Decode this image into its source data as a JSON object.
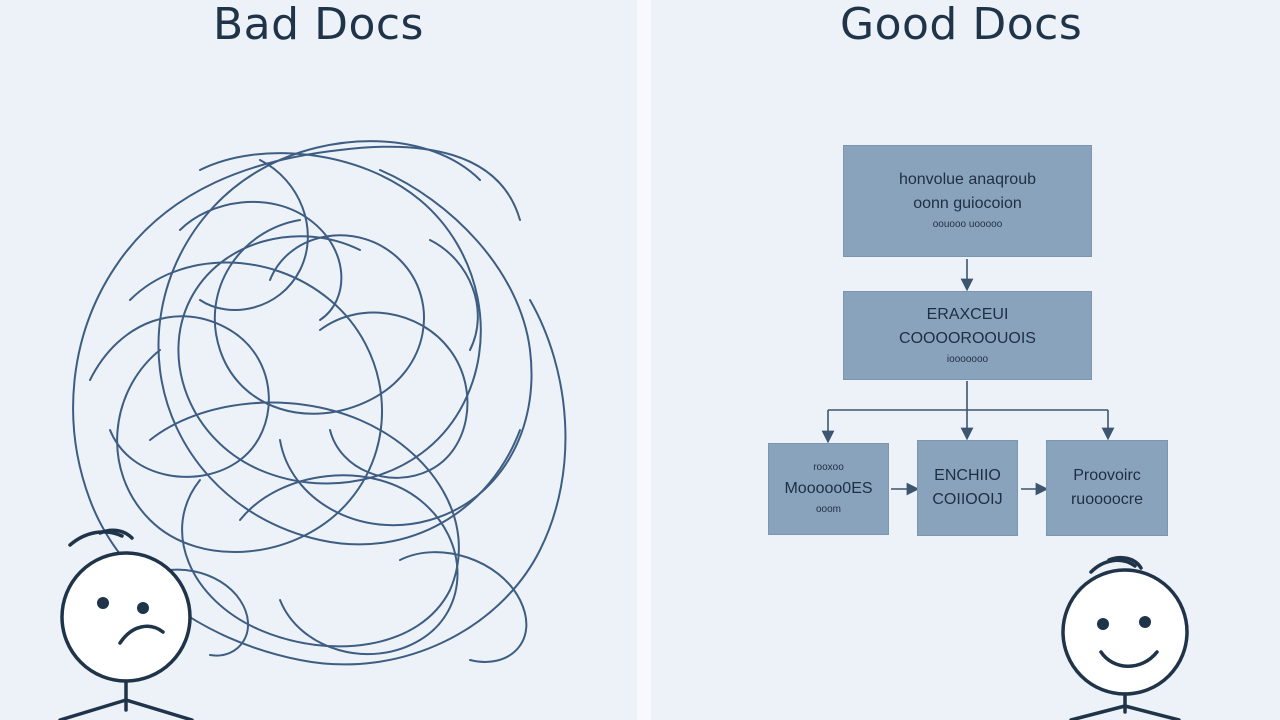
{
  "left_panel": {
    "title": "Bad Docs"
  },
  "right_panel": {
    "title": "Good Docs",
    "flowchart": {
      "top_box": {
        "lines": [
          "honvolue anaqroub",
          "oonn guiocoion",
          "oouooo uooooo"
        ]
      },
      "middle_box": {
        "lines": [
          "ERAXCEUI",
          "COOOOROOUOIS",
          "iooooooo"
        ]
      },
      "bottom_boxes": [
        {
          "lines": [
            "rooxoo",
            "Mooooo0ES",
            "ooom"
          ]
        },
        {
          "lines": [
            "ENCHIIO",
            "COIIOOIJ"
          ]
        },
        {
          "lines": [
            "Proovoirc",
            "ruoooocre"
          ]
        }
      ]
    }
  },
  "colors": {
    "background": "#edf2f8",
    "ink": "#1f3449",
    "scribble": "#3d5d82",
    "box_fill": "#8aa3bc"
  },
  "icons": [
    "scribble-tangle-icon",
    "sad-stick-figure-icon",
    "happy-stick-figure-icon",
    "arrow-down-icon",
    "arrow-right-icon"
  ]
}
